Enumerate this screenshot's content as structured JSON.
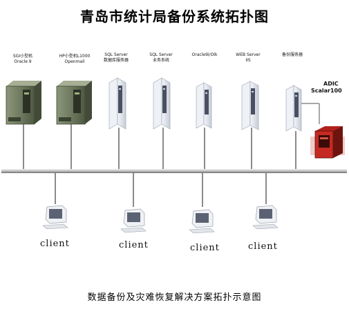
{
  "title": "青岛市统计局备份系统拓扑图",
  "caption": "数据备份及灾难恢复解决方案拓扑示意图",
  "servers": [
    {
      "line1": "SGI小型机",
      "line2": "Oracle 9"
    },
    {
      "line1": "HP小型机L1000",
      "line2": "Openmail"
    },
    {
      "line1": "SQL Server",
      "line2": "数据库服务器"
    },
    {
      "line1": "SQL Server",
      "line2": "业务系统"
    },
    {
      "line1": "Oracle9i/Olk",
      "line2": ""
    },
    {
      "line1": "WEB Server",
      "line2": "IIS"
    },
    {
      "line1": "备份服务器",
      "line2": ""
    }
  ],
  "library": {
    "line1": "ADIC",
    "line2": "Scalar100"
  },
  "clients": [
    "client",
    "client",
    "client",
    "client"
  ],
  "colors": {
    "bus": "#8a8a8a",
    "bus_light": "#d9d9d9",
    "cabinet": "#5e6b4f",
    "tower": "#e4e8f0",
    "library_red": "#b0211b"
  }
}
